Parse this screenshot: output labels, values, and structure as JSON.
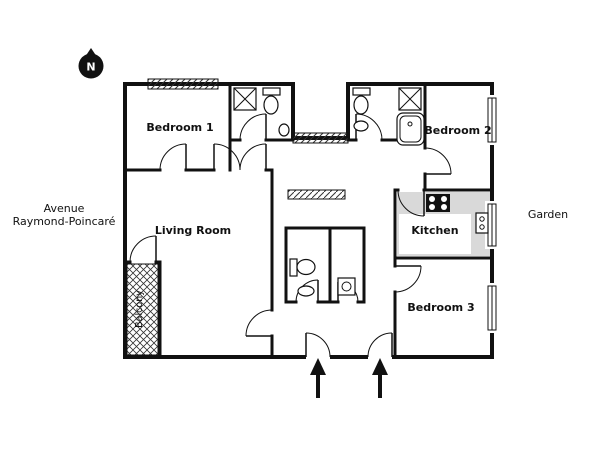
{
  "floorplan": {
    "compass": {
      "label": "N"
    },
    "street": {
      "line1": "Avenue",
      "line2": "Raymond-Poincaré"
    },
    "garden_label": "Garden",
    "rooms": {
      "bedroom1": {
        "label": "Bedroom 1"
      },
      "bedroom2": {
        "label": "Bedroom 2"
      },
      "bedroom3": {
        "label": "Bedroom 3"
      },
      "living_room": {
        "label": "Living Room"
      },
      "kitchen": {
        "label": "Kitchen"
      },
      "balcony": {
        "label": "Balcony"
      }
    },
    "entrance": {
      "arrow_glyph": "↑",
      "arrow_count": 2
    },
    "colors": {
      "wall": "#111111",
      "kitchen_floor": "#d9d9d9",
      "hatch": "#333333",
      "background": "#ffffff"
    }
  }
}
